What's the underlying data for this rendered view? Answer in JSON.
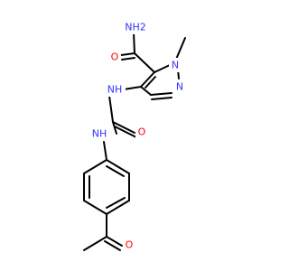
{
  "colors": {
    "bond": "#000000",
    "nitrogen": "#3333ff",
    "oxygen": "#ff0000",
    "background": "#ffffff"
  },
  "labels": {
    "amide_nh2": "NH2",
    "amide_o": "O",
    "n_methyl": "N",
    "ring_n": "N",
    "urea_nh_upper": "NH",
    "urea_o": "O",
    "urea_nh_lower": "NH",
    "ketone_o": "O"
  }
}
